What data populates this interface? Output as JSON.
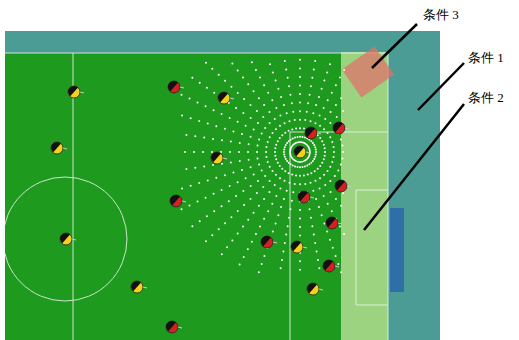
{
  "diagram": {
    "labels": [
      "条件 3",
      "条件 1",
      "条件 2"
    ]
  }
}
